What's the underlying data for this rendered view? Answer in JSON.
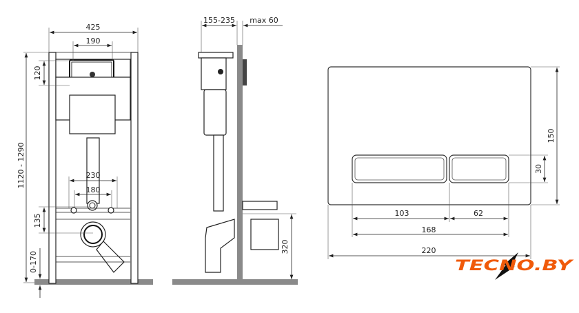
{
  "front_view": {
    "frame_width": "425",
    "flush_width": "190",
    "flush_height": "120",
    "total_height": "1120 - 1290",
    "bolt_outer": "230",
    "bolt_inner": "180",
    "outlet_offset": "135",
    "leg_adjust": "0-170"
  },
  "side_view": {
    "depth": "155-235",
    "wall_max": "max 60",
    "outlet_height": "320"
  },
  "plate_view": {
    "height": "150",
    "button_height": "30",
    "left_button": "103",
    "right_button": "62",
    "buttons_total": "168",
    "plate_width": "220"
  },
  "logo": {
    "text": "TECNO.BY",
    "color": "#f05a0a"
  }
}
